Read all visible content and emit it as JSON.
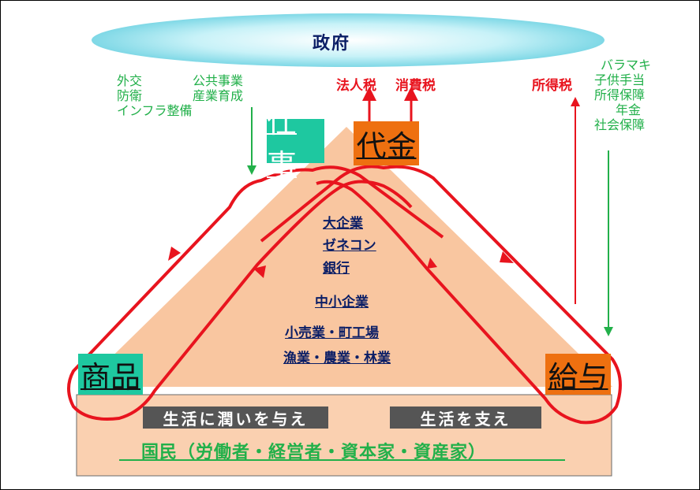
{
  "government": "政府",
  "left_policies": [
    "外交",
    "防衛",
    "インフラ整備"
  ],
  "public_works": [
    "公共事業",
    "産業育成"
  ],
  "taxes_top": [
    "法人税",
    "消費税"
  ],
  "tax_right": "所得税",
  "welfare": [
    "バラマキ",
    "子供手当",
    "所得保障",
    "年金",
    "社会保障"
  ],
  "boxes": {
    "work": "仕事",
    "payment": "代金",
    "goods": "商品",
    "salary": "給与"
  },
  "pyramid_tiers": [
    "大企業",
    "ゼネコン",
    "銀行",
    "中小企業",
    "小売業・町工場",
    "漁業・農業・林業"
  ],
  "banners": [
    "生活に潤いを与え",
    "生活を支え"
  ],
  "citizens": "国民（労働者・経営者・資本家・資産家）",
  "colors": {
    "ellipse": "#9fe6f0",
    "pyramid": "#f9c6a0",
    "base": "#fad0b0",
    "teal_box": "#1ec8a0",
    "orange_box": "#ee7010",
    "loop": "#e8141e",
    "green_text": "#22b04a",
    "navy_text": "#0b1e66"
  }
}
